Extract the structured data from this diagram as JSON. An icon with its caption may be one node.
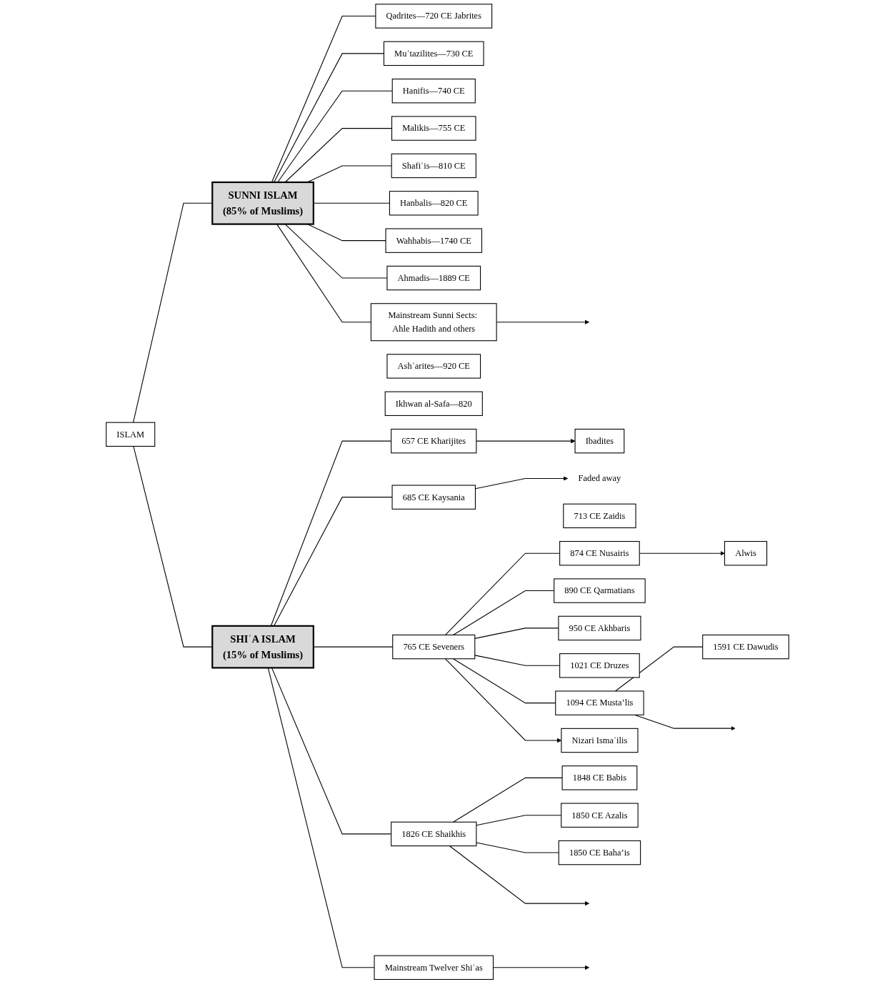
{
  "diagram": {
    "nodes": [
      {
        "text": [
          "ISLAM"
        ]
      },
      {
        "text": [
          "SUNNI ISLAM",
          "(85% of Muslims)"
        ]
      },
      {
        "text": [
          "SHIʿA ISLAM",
          "(15% of Muslims)"
        ]
      },
      {
        "text": [
          "Qadrites—720 CE Jabrites"
        ]
      },
      {
        "text": [
          "Muʿtazilites—730 CE"
        ]
      },
      {
        "text": [
          "Hanifis—740 CE"
        ]
      },
      {
        "text": [
          "Malikis—755 CE"
        ]
      },
      {
        "text": [
          "Shafiʿis—810 CE"
        ]
      },
      {
        "text": [
          "Hanbalis—820 CE"
        ]
      },
      {
        "text": [
          "Ashʿarites—920 CE"
        ]
      },
      {
        "text": [
          "Ikhwan al-Safa—820"
        ]
      },
      {
        "text": [
          "Wahhabis—1740 CE"
        ]
      },
      {
        "text": [
          "Ahmadis—1889 CE"
        ]
      },
      {
        "text": [
          "Mainstream Sunni Sects: Ahle Hadith and others"
        ]
      },
      {
        "text": [
          "657 CE Kharijites"
        ]
      },
      {
        "text": [
          "Ibadites"
        ]
      },
      {
        "text": [
          "685 CE Kaysania"
        ]
      },
      {
        "text": [
          "Faded away"
        ]
      },
      {
        "text": [
          "713 CE Zaidis"
        ]
      },
      {
        "text": [
          "765 CE Seveners"
        ]
      },
      {
        "text": [
          "874 CE Nusairis"
        ]
      },
      {
        "text": [
          "Alwis"
        ]
      },
      {
        "text": [
          "890 CE Qarmatians"
        ]
      },
      {
        "text": [
          "950 CE Akhbaris"
        ]
      },
      {
        "text": [
          "1021 CE Druzes"
        ]
      },
      {
        "text": [
          "1094 CE Musta’lis"
        ]
      },
      {
        "text": [
          "1591 CE Dawudis"
        ]
      },
      {
        "text": [
          "Nizari Ismaʿilis"
        ]
      },
      {
        "text": [
          "1826 CE Shaikhis"
        ]
      },
      {
        "text": [
          "1848 CE Babis"
        ]
      },
      {
        "text": [
          "1850 CE Azalis"
        ]
      },
      {
        "text": [
          "1850 CE Baha’is"
        ]
      },
      {
        "text": [
          "Mainstream Twelver Shiʿas"
        ]
      }
    ],
    "edges": [
      {
        "from": 0,
        "to": 1,
        "arrow": "none"
      },
      {
        "from": 0,
        "to": 2,
        "arrow": "none"
      },
      {
        "from": 1,
        "to": 3,
        "arrow": "none"
      },
      {
        "from": 1,
        "to": 4,
        "arrow": "none"
      },
      {
        "from": 1,
        "to": 5,
        "arrow": "none"
      },
      {
        "from": 1,
        "to": 6,
        "arrow": "none"
      },
      {
        "from": 1,
        "to": 7,
        "arrow": "none"
      },
      {
        "from": 1,
        "to": 8,
        "arrow": "none"
      },
      {
        "from": 1,
        "to": 11,
        "arrow": "none"
      },
      {
        "from": 1,
        "to": 12,
        "arrow": "none"
      },
      {
        "from": 1,
        "to": 13,
        "arrow": "none"
      },
      {
        "from": 13,
        "to": null,
        "arrow": "to"
      },
      {
        "from": 2,
        "to": 14,
        "arrow": "none"
      },
      {
        "from": 14,
        "to": 15,
        "arrow": "to"
      },
      {
        "from": 2,
        "to": 16,
        "arrow": "none"
      },
      {
        "from": 16,
        "to": 17,
        "arrow": "to"
      },
      {
        "from": 2,
        "to": 19,
        "arrow": "none"
      },
      {
        "from": 19,
        "to": 20,
        "arrow": "none"
      },
      {
        "from": 20,
        "to": 21,
        "arrow": "to"
      },
      {
        "from": 19,
        "to": 22,
        "arrow": "none"
      },
      {
        "from": 19,
        "to": 23,
        "arrow": "none"
      },
      {
        "from": 19,
        "to": 24,
        "arrow": "none"
      },
      {
        "from": 19,
        "to": 25,
        "arrow": "none"
      },
      {
        "from": 25,
        "to": 26,
        "arrow": "none"
      },
      {
        "from": 25,
        "to": null,
        "arrow": "to"
      },
      {
        "from": 19,
        "to": 27,
        "arrow": "to"
      },
      {
        "from": 2,
        "to": 28,
        "arrow": "none"
      },
      {
        "from": 28,
        "to": 29,
        "arrow": "none"
      },
      {
        "from": 28,
        "to": 30,
        "arrow": "none"
      },
      {
        "from": 28,
        "to": 31,
        "arrow": "none"
      },
      {
        "from": 28,
        "to": null,
        "arrow": "to"
      },
      {
        "from": 2,
        "to": 32,
        "arrow": "none"
      },
      {
        "from": 32,
        "to": null,
        "arrow": "to"
      }
    ]
  }
}
